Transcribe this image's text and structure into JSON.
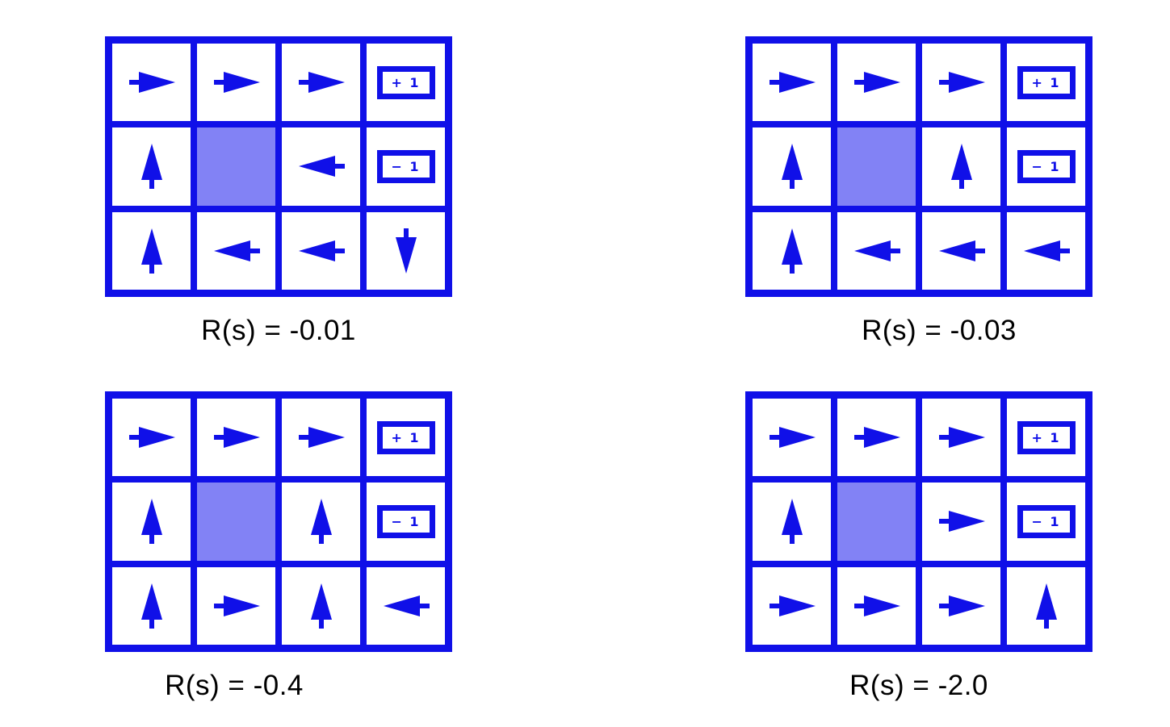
{
  "figure": {
    "description": "Four 4x3 gridworld optimal policies for different state rewards",
    "terminals": {
      "plus": "+ 1",
      "minus": "− 1"
    }
  },
  "colors": {
    "blue": "#1010e8",
    "wall_fill": "#8282f5",
    "text": "#000000"
  },
  "grids": [
    {
      "label": "R(s) = -0.01",
      "rows": [
        [
          "right",
          "right",
          "right",
          "plus"
        ],
        [
          "up",
          "wall",
          "left",
          "minus"
        ],
        [
          "up",
          "left",
          "left",
          "down"
        ]
      ]
    },
    {
      "label": "R(s) = -0.03",
      "rows": [
        [
          "right",
          "right",
          "right",
          "plus"
        ],
        [
          "up",
          "wall",
          "up",
          "minus"
        ],
        [
          "up",
          "left",
          "left",
          "left"
        ]
      ]
    },
    {
      "label": "R(s) = -0.4",
      "rows": [
        [
          "right",
          "right",
          "right",
          "plus"
        ],
        [
          "up",
          "wall",
          "up",
          "minus"
        ],
        [
          "up",
          "right",
          "up",
          "left"
        ]
      ]
    },
    {
      "label": "R(s) = -2.0",
      "rows": [
        [
          "right",
          "right",
          "right",
          "plus"
        ],
        [
          "up",
          "wall",
          "right",
          "minus"
        ],
        [
          "right",
          "right",
          "right",
          "up"
        ]
      ]
    }
  ]
}
